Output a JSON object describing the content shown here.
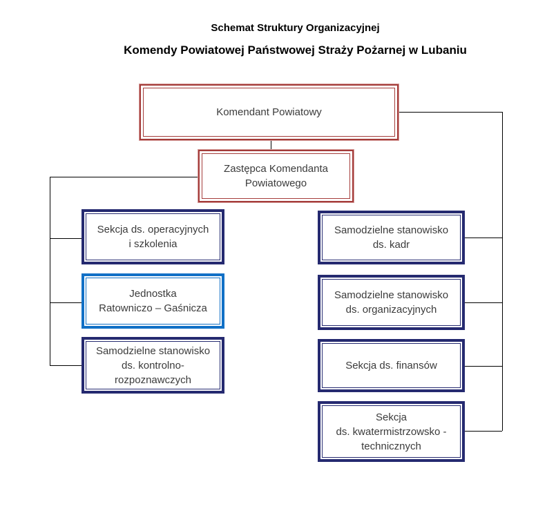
{
  "diagram_title": {
    "line1": "Schemat Struktury Organizacyjnej",
    "line2": "Komendy Powiatowej Państwowej Straży Pożarnej w Lubaniu"
  },
  "boxes": {
    "komendant": {
      "label": "Komendant Powiatowy"
    },
    "zastepca": {
      "label": "Zastępca Komendanta\nPowiatowego"
    },
    "operacyjni": {
      "label": "Sekcja ds. operacyjnych\ni  szkolenia"
    },
    "jednostka": {
      "label": "Jednostka\nRatowniczo – Gaśnicza"
    },
    "kontrolno": {
      "label": "Samodzielne stanowisko\nds. kontrolno-\nrozpoznawczych"
    },
    "kadry": {
      "label": "Samodzielne stanowisko\nds. kadr"
    },
    "organizacyjne": {
      "label": "Samodzielne stanowisko\nds. organizacyjnych"
    },
    "finanse": {
      "label": "Sekcja ds. finansów"
    },
    "kwatermistrzowsko": {
      "label": "Sekcja\nds. kwatermistrzowsko -\ntechnicznych"
    }
  },
  "colors": {
    "red-border": "#a43c3a",
    "navy-border": "#252a70",
    "blue-border": "#1170c6",
    "connector": "#000000",
    "text": "#3b3b3b"
  }
}
